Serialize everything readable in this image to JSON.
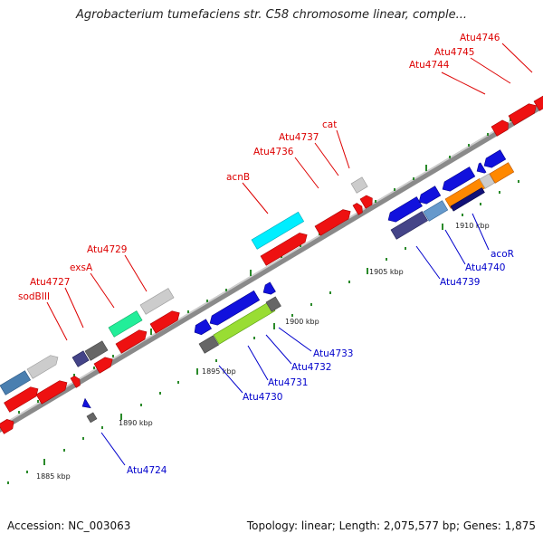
{
  "title": "Agrobacterium tumefaciens str. C58 chromosome linear, comple...",
  "footer": {
    "accession": "Accession: NC_003063",
    "summary": "Topology: linear; Length: 2,075,577 bp; Genes: 1,875"
  },
  "colors": {
    "backbone": "#8a8a8a",
    "forward_label": "#dd0000",
    "reverse_label": "#0000cc",
    "tick": "#2a8a2a"
  },
  "ticks": [
    "1885 kbp",
    "1890 kbp",
    "1895 kbp",
    "1900 kbp",
    "1905 kbp",
    "1910 kbp"
  ],
  "forward_labels": [
    "sodBIII",
    "Atu4727",
    "exsA",
    "Atu4729",
    "acnB",
    "Atu4736",
    "Atu4737",
    "cat",
    "Atu4744",
    "Atu4745",
    "Atu4746"
  ],
  "reverse_labels": [
    "Atu4724",
    "Atu4730",
    "Atu4731",
    "Atu4732",
    "Atu4733",
    "Atu4739",
    "Atu4740",
    "acoR"
  ]
}
